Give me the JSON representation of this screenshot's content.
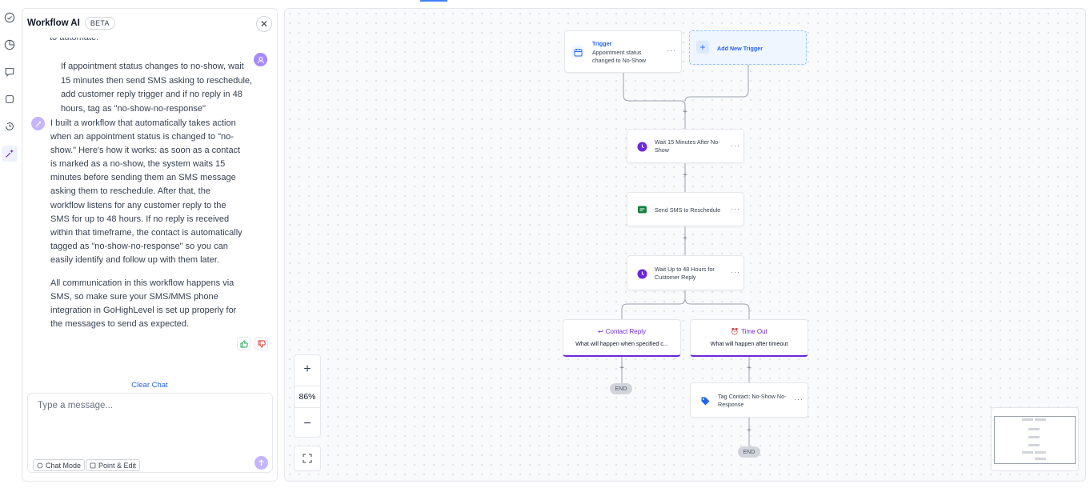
{
  "chat": {
    "title": "Workflow AI",
    "badge": "BETA",
    "cut_text": "to automate.",
    "user_message": "If appointment status changes to no-show, wait 15 minutes then send SMS asking to reschedule, add customer reply trigger and if no reply in 48 hours, tag as \"no-show-no-response\"",
    "ai_message_1": "I built a workflow that automatically takes action when an appointment status is changed to \"no-show.\" Here's how it works: as soon as a contact is marked as a no-show, the system waits 15 minutes before sending them an SMS message asking them to reschedule. After that, the workflow listens for any customer reply to the SMS for up to 48 hours. If no reply is received within that timeframe, the contact is automatically tagged as \"no-show-no-response\" so you can easily identify and follow up with them later.",
    "ai_message_2": "All communication in this workflow happens via SMS, so make sure your SMS/MMS phone integration in GoHighLevel is set up properly for the messages to send as expected.",
    "clear_chat": "Clear Chat",
    "placeholder": "Type a message...",
    "chat_mode": "Chat Mode",
    "point_edit": "Point & Edit"
  },
  "canvas": {
    "zoom": "86%",
    "trigger": {
      "title": "Trigger",
      "desc": "Appointment status changed to No-Show"
    },
    "add_trigger": "Add New Trigger",
    "steps": [
      {
        "label": "Wait 15 Minutes After No-Show"
      },
      {
        "label": "Send SMS to Reschedule"
      },
      {
        "label": "Wait Up to 48 Hours for Customer Reply"
      }
    ],
    "branches": [
      {
        "title": "Contact Reply",
        "sub": "What will happen when specified c..."
      },
      {
        "title": "Time Out",
        "sub": "What will happen after timeout"
      }
    ],
    "tag_step": "Tag Contact: No-Show No-Response",
    "end_label": "END",
    "menu": "···",
    "plus": "+"
  },
  "colors": {
    "accent": "#6d28d9",
    "link": "#2563eb",
    "sms_green": "#15803d"
  }
}
